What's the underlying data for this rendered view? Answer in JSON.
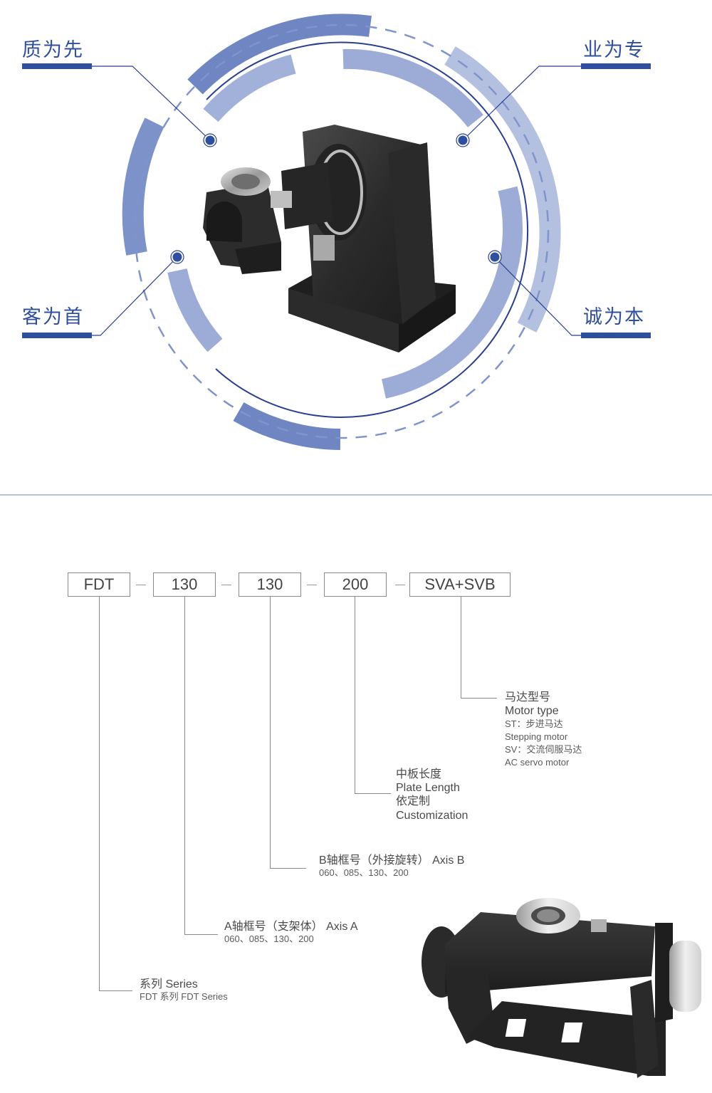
{
  "hero": {
    "values": [
      {
        "label": "质为先",
        "position": "top-left"
      },
      {
        "label": "业为专",
        "position": "top-right"
      },
      {
        "label": "客为首",
        "position": "bottom-left"
      },
      {
        "label": "诚为本",
        "position": "bottom-right"
      }
    ],
    "product_image": "rotary-positioner-with-support-stand",
    "colors": {
      "primary": "#2e4fa0",
      "band_dark": "#6f86c3",
      "band_mid": "#9dacd6",
      "band_light": "#b3c0e0",
      "divider": "#b9c2d2"
    }
  },
  "model_code": {
    "segments": [
      "FDT",
      "130",
      "130",
      "200",
      "SVA+SVB"
    ],
    "separator": "—"
  },
  "descriptions": {
    "motor": {
      "title_cn": "马达型号",
      "title_en": "Motor type",
      "lines": [
        "ST：步进马达",
        "Stepping motor",
        "SV：交流伺服马达",
        "AC servo motor"
      ]
    },
    "plate": {
      "title_cn": "中板长度",
      "title_en": "Plate Length",
      "line_cn": "依定制",
      "line_en": "Customization"
    },
    "axis_b": {
      "title": "B轴框号（外接旋转） Axis B",
      "options": "060、085、130、200"
    },
    "axis_a": {
      "title": "A轴框号（支架体） Axis A",
      "options": "060、085、130、200"
    },
    "series": {
      "title": "系列 Series",
      "sub": "FDT 系列 FDT Series"
    }
  },
  "bottom_product_image": "dual-axis-rotary-positioner-frame"
}
